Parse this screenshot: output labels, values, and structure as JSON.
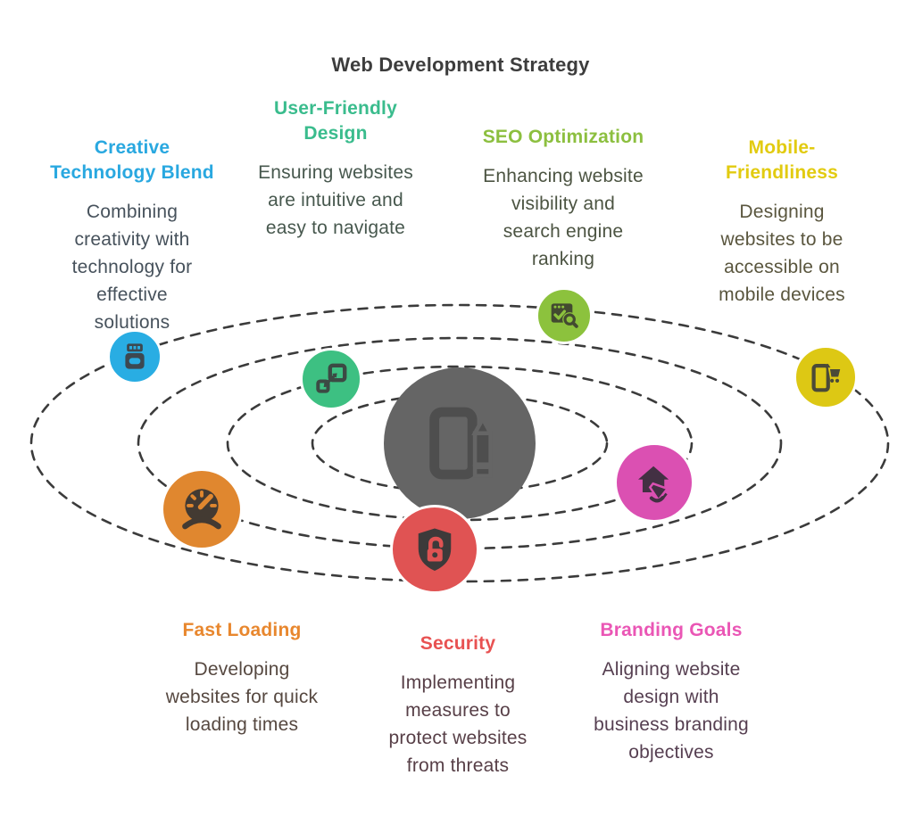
{
  "title": {
    "text": "Web Development Strategy",
    "color": "#3d3d3d"
  },
  "orbits": {
    "count": 4,
    "line_color": "#3b3b3b",
    "style": "dashed"
  },
  "center_node": {
    "icon": "tablet-pencil-icon",
    "circle_color": "#656565",
    "glyph_color": "#4e4e4e"
  },
  "items": [
    {
      "id": "creative-technology-blend",
      "heading": "Creative\nTechnology Blend",
      "heading_color": "#29a8e0",
      "description": "Combining\ncreativity with\ntechnology for\neffective\nsolutions",
      "description_color": "#47525c",
      "circle_color": "#29ade3",
      "icon": "ink-bottle-icon"
    },
    {
      "id": "user-friendly-design",
      "heading": "User-Friendly\nDesign",
      "heading_color": "#3abc8d",
      "description": "Ensuring websites\nare intuitive and\neasy to navigate",
      "description_color": "#47584e",
      "circle_color": "#3dc082",
      "icon": "expand-arrows-icon"
    },
    {
      "id": "seo-optimization",
      "heading": "SEO Optimization",
      "heading_color": "#8cbf3f",
      "description": "Enhancing website\nvisibility and\nsearch engine\nranking",
      "description_color": "#4c5442",
      "circle_color": "#8cc23d",
      "icon": "browser-search-icon"
    },
    {
      "id": "mobile-friendliness",
      "heading": "Mobile-\nFriendliness",
      "heading_color": "#e2cb10",
      "description": "Designing\nwebsites to be\naccessible on\nmobile devices",
      "description_color": "#5a563e",
      "circle_color": "#ddc814",
      "icon": "mobile-cart-icon"
    },
    {
      "id": "fast-loading",
      "heading": "Fast Loading",
      "heading_color": "#e8872e",
      "description": "Developing\nwebsites for quick\nloading times",
      "description_color": "#564840",
      "circle_color": "#e0872f",
      "icon": "speedometer-icon"
    },
    {
      "id": "security",
      "heading": "Security",
      "heading_color": "#e85252",
      "description": "Implementing\nmeasures to\nprotect websites\nfrom threats",
      "description_color": "#573f47",
      "circle_color": "#e05353",
      "icon": "shield-lock-icon"
    },
    {
      "id": "branding-goals",
      "heading": "Branding Goals",
      "heading_color": "#ea56b5",
      "description": "Aligning website\ndesign with\nbusiness branding\nobjectives",
      "description_color": "#563f51",
      "circle_color": "#db50b2",
      "icon": "house-megaphone-icon"
    }
  ]
}
